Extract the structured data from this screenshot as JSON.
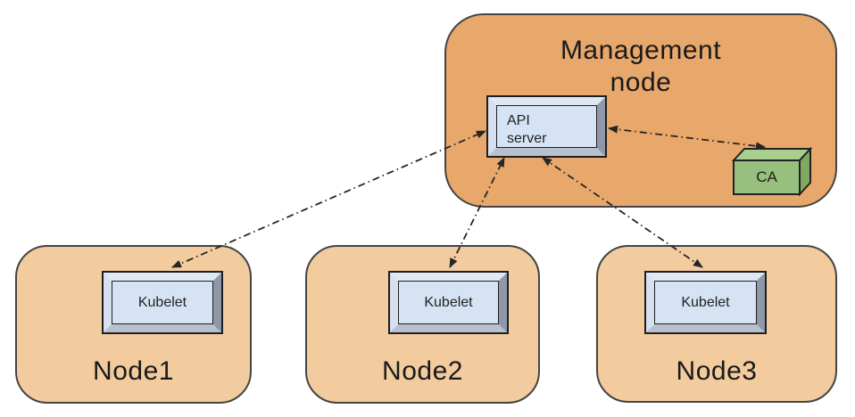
{
  "diagram": {
    "title_area": {
      "management_node_title": "Management node"
    },
    "management_node": {
      "api_server_label": "API server",
      "ca_label": "CA"
    },
    "nodes": [
      {
        "label": "Node1",
        "component_label": "Kubelet"
      },
      {
        "label": "Node2",
        "component_label": "Kubelet"
      },
      {
        "label": "Node3",
        "component_label": "Kubelet"
      }
    ],
    "connections": [
      {
        "from": "API server",
        "to": "Kubelet (Node1)",
        "style": "dash-dot",
        "bidirectional": true
      },
      {
        "from": "API server",
        "to": "Kubelet (Node2)",
        "style": "dash-dot",
        "bidirectional": true
      },
      {
        "from": "API server",
        "to": "Kubelet (Node3)",
        "style": "dash-dot",
        "bidirectional": true
      },
      {
        "from": "API server",
        "to": "CA",
        "style": "dash-dot",
        "bidirectional": true
      }
    ],
    "colors": {
      "management_node_fill": "#E8A76B",
      "worker_node_fill": "#F2CB9E",
      "component_panel_fill": "#D5E3F4",
      "bevel_light": "#DFE9F5",
      "bevel_dark": "#8E98A9",
      "ca_front": "#97BF7E",
      "ca_top": "#AACD90",
      "ca_side": "#7FA863",
      "outline": "#444444",
      "arrow": "#262626"
    }
  }
}
